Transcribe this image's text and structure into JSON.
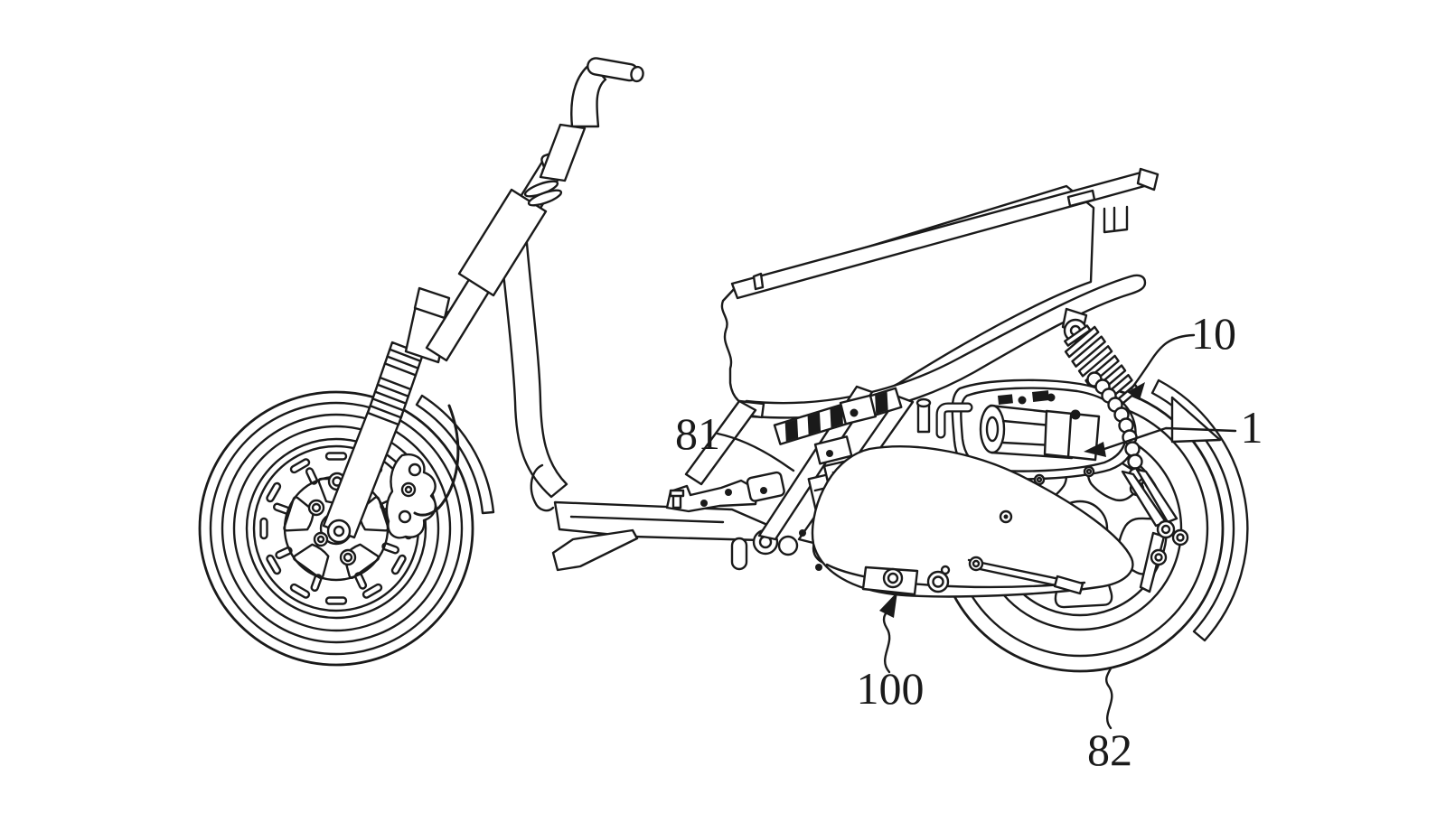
{
  "labels": {
    "n10": "10",
    "n1": "1",
    "n81": "81",
    "n100": "100",
    "n82": "82"
  },
  "colors": {
    "background": "#ffffff",
    "ink": "#1a1a1a"
  }
}
